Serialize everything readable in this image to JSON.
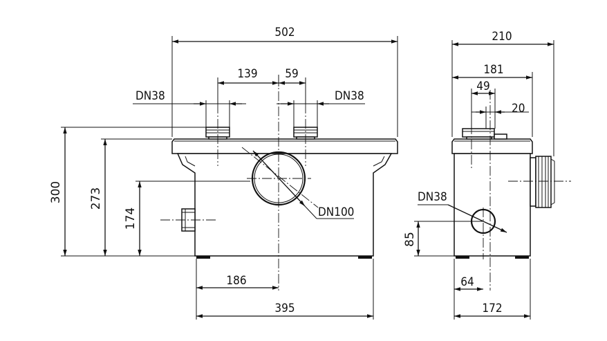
{
  "dimensions": {
    "front": {
      "overall_width": "502",
      "inlet_spacing_left": "139",
      "inlet_spacing_right": "59",
      "inlet_left": "DN38",
      "inlet_right": "DN38",
      "height_total": "300",
      "height_top": "273",
      "height_outlet": "174",
      "outlet": "DN100",
      "base_to_center": "186",
      "base_width": "395"
    },
    "side": {
      "overall_width": "210",
      "width_181": "181",
      "width_49": "49",
      "width_20": "20",
      "inlet": "DN38",
      "inlet_height": "85",
      "inlet_offset": "64",
      "base_width": "172"
    }
  }
}
